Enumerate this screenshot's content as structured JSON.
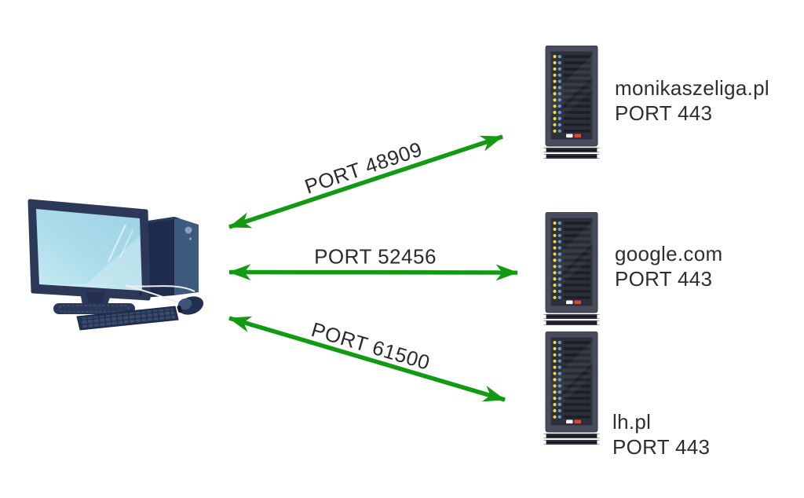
{
  "diagram": {
    "description": "client computer connecting to three web servers over ephemeral ports",
    "colors": {
      "arrow_green": "#129a12",
      "label_text": "#2b2b2b",
      "background": "#ffffff"
    },
    "client_icon": "desktop-computer-icon",
    "server_icon": "server-rack-icon",
    "connections": [
      {
        "client_port_label": "PORT 48909",
        "server": {
          "host": "monikaszeliga.pl",
          "port_label": "PORT 443"
        }
      },
      {
        "client_port_label": "PORT 52456",
        "server": {
          "host": "google.com",
          "port_label": "PORT 443"
        }
      },
      {
        "client_port_label": "PORT 61500",
        "server": {
          "host": "lh.pl",
          "port_label": "PORT 443"
        }
      }
    ]
  }
}
